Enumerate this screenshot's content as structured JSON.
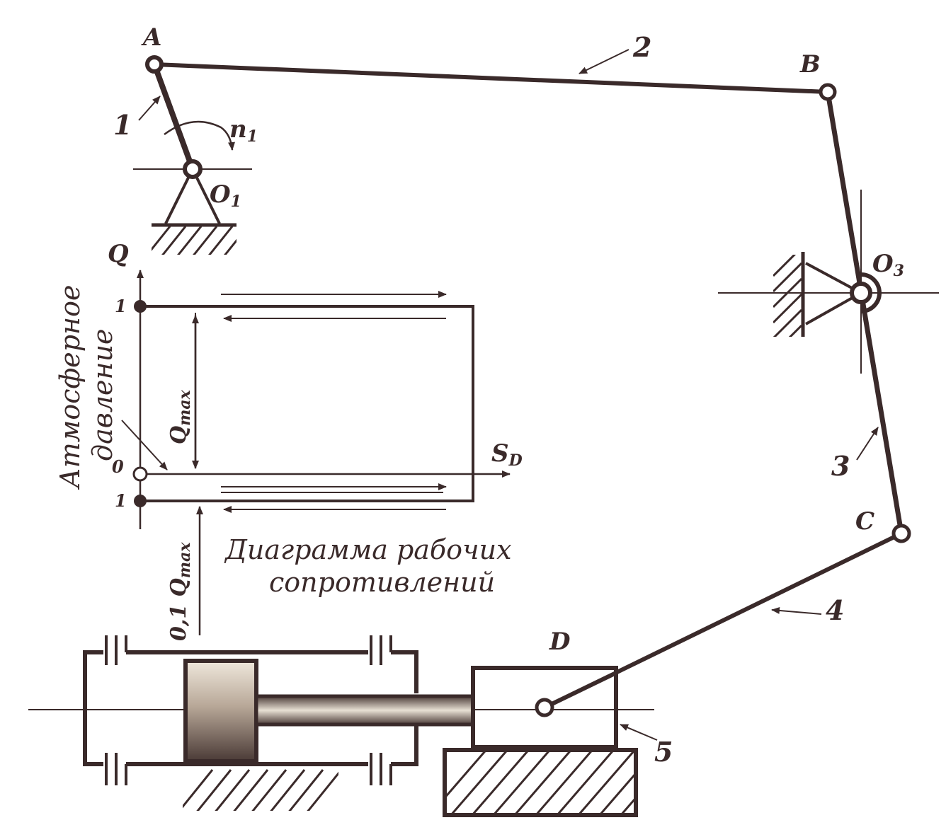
{
  "points": {
    "A": "A",
    "B": "B",
    "C": "C",
    "D": "D",
    "O1": "O",
    "O1_sub": "1",
    "O3": "O",
    "O3_sub": "3"
  },
  "links": {
    "l1": "1",
    "l2": "2",
    "l3": "3",
    "l4": "4",
    "l5": "5"
  },
  "rotation": {
    "n": "n",
    "n_sub": "1"
  },
  "graph": {
    "axis_q": "Q",
    "axis_s": "S",
    "axis_s_sub": "D",
    "tick_top": "1",
    "tick_zero": "0",
    "tick_bottom": "1",
    "qmax": "Q",
    "qmax_sub": "max",
    "qmin": "0,1 Q",
    "qmin_sub": "max",
    "atm_line1": "Атмосферное",
    "atm_line2": "давление"
  },
  "caption": {
    "line1": "Диаграмма  рабочих",
    "line2": "сопротивлений"
  },
  "colors": {
    "ink": "#3a2a2a",
    "piston_light": "#efe8dc",
    "piston_dark": "#4a3a36"
  }
}
